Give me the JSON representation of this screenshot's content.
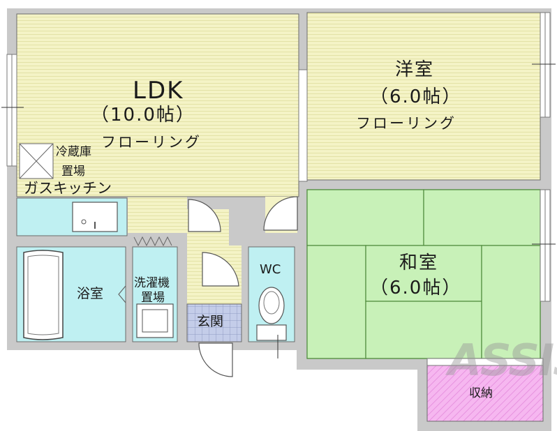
{
  "rooms": {
    "ldk": {
      "name": "LDK",
      "size": "（10.0帖）",
      "floor": "フローリング"
    },
    "western": {
      "name": "洋室",
      "size": "（6.0帖）",
      "floor": "フローリング"
    },
    "japanese": {
      "name": "和室",
      "size": "（6.0帖）"
    },
    "fridge": {
      "line1": "冷蔵庫",
      "line2": "置場"
    },
    "kitchen": {
      "name": "ガスキッチン"
    },
    "bath": {
      "name": "浴室"
    },
    "washer": {
      "line1": "洗濯機",
      "line2": "置場"
    },
    "wc": {
      "name": "WC"
    },
    "entrance": {
      "name": "玄関"
    },
    "storage": {
      "name": "収納"
    }
  },
  "watermark": "ASSIST",
  "colors": {
    "flooring": "#f4f3c6",
    "tatami": "#c8f1b8",
    "tatami_line": "#4d8a3a",
    "wet_area": "#bff0f2",
    "storage": "#f6b7f0",
    "wall": "#c9c9c9",
    "entrance_tile": "#c4cde9"
  }
}
